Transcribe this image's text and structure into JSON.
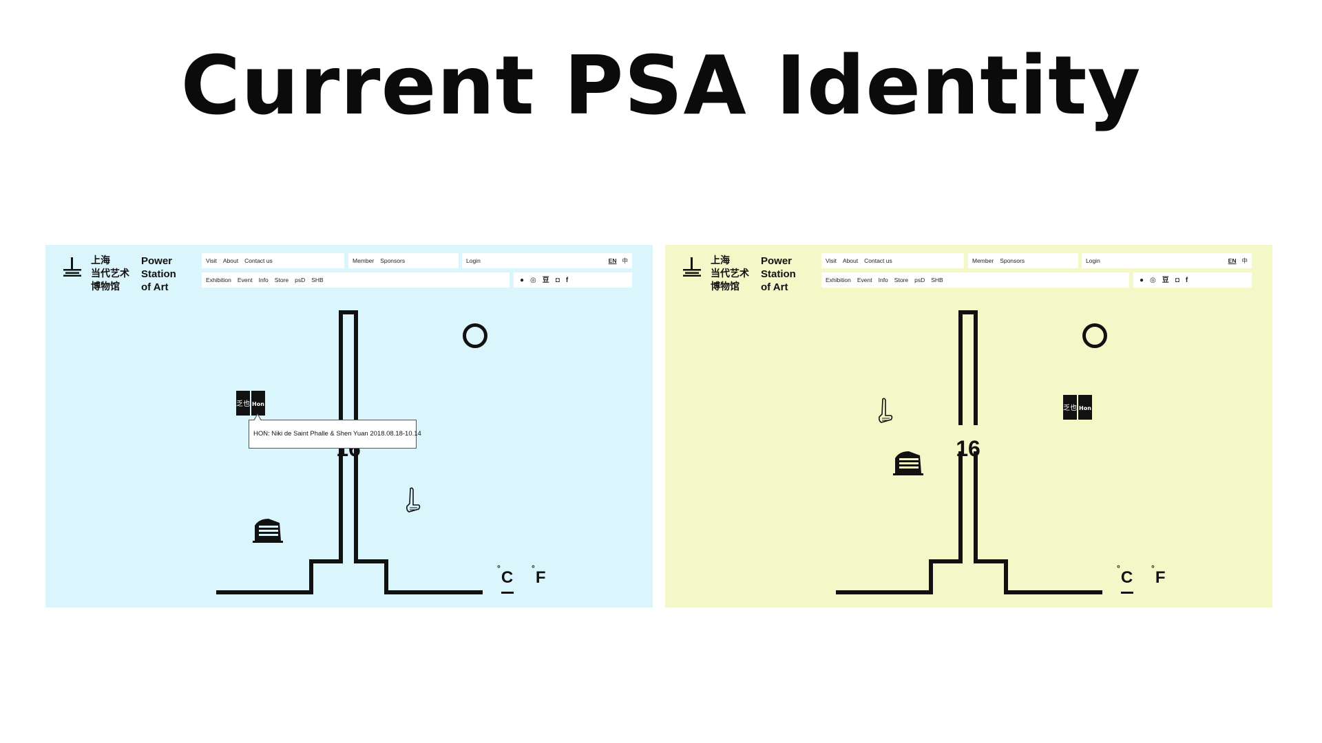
{
  "slide": {
    "title": "Current PSA Identity"
  },
  "panels": [
    {
      "bg": "#dbf5fc",
      "logo": {
        "cn": [
          "上海",
          "当代艺术",
          "博物馆"
        ],
        "en": [
          "Power",
          "Station",
          "of Art"
        ]
      },
      "nav_top1": [
        "Visit",
        "About",
        "Contact us"
      ],
      "nav_top2": [
        "Member",
        "Sponsors"
      ],
      "login": "Login",
      "lang": {
        "en": "EN",
        "cn": "中"
      },
      "nav_bottom": [
        "Exhibition",
        "Event",
        "Info",
        "Store",
        "psD",
        "SHB"
      ],
      "social_icons": [
        "wechat-icon",
        "weibo-icon",
        "douban-icon",
        "instagram-icon",
        "facebook-icon"
      ],
      "social_glyphs": [
        "●",
        "◎",
        "豆",
        "◘",
        "f"
      ],
      "temperature": "16",
      "units": {
        "c": "C",
        "f": "F",
        "deg": "°"
      },
      "badge": {
        "cn": "乏也",
        "en": "Hon"
      },
      "tooltip": "HON: Niki de Saint Phalle & Shen Yuan 2018.08.18-10.14"
    },
    {
      "bg": "#f4f7c8",
      "logo": {
        "cn": [
          "上海",
          "当代艺术",
          "博物馆"
        ],
        "en": [
          "Power",
          "Station",
          "of Art"
        ]
      },
      "nav_top1": [
        "Visit",
        "About",
        "Contact us"
      ],
      "nav_top2": [
        "Member",
        "Sponsors"
      ],
      "login": "Login",
      "lang": {
        "en": "EN",
        "cn": "中"
      },
      "nav_bottom": [
        "Exhibition",
        "Event",
        "Info",
        "Store",
        "psD",
        "SHB"
      ],
      "social_icons": [
        "wechat-icon",
        "weibo-icon",
        "douban-icon",
        "instagram-icon",
        "facebook-icon"
      ],
      "social_glyphs": [
        "●",
        "◎",
        "豆",
        "◘",
        "f"
      ],
      "temperature": "16",
      "units": {
        "c": "C",
        "f": "F",
        "deg": "°"
      },
      "badge": {
        "cn": "乏也",
        "en": "Hon"
      }
    }
  ]
}
